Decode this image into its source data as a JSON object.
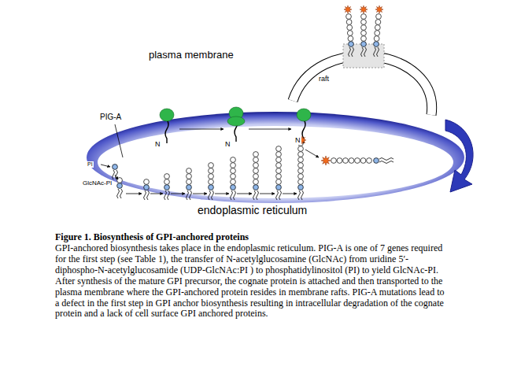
{
  "diagram": {
    "title": "Figure 1. Biosynthesis of GPI-anchored proteins",
    "caption": "GPI-anchored biosynthesis takes place in the endoplasmic reticulum. PIG-A is one of 7 genes required for the first step (see Table 1), the transfer of N-acetylglucosamine (GlcNAc) from uridine 5′-diphospho-N-acetylglucosamide (UDP-GlcNAc:PI ) to phosphatidylinositol (PI) to yield GlcNAc-PI. After synthesis of the mature GPI precursor, the cognate protein is attached and then transported to the plasma membrane where the GPI-anchored protein resides in membrane rafts. PIG-A mutations lead to a defect in the first step in GPI anchor biosynthesis resulting in intracellular degradation of the cognate protein and a lack of cell surface GPI anchored proteins.",
    "labels": [
      "plasma membrane",
      "raft",
      "PIG-A",
      "PI",
      "GlcNAc-PI",
      "N",
      "N",
      "N",
      "endoplasmic reticulum"
    ]
  }
}
